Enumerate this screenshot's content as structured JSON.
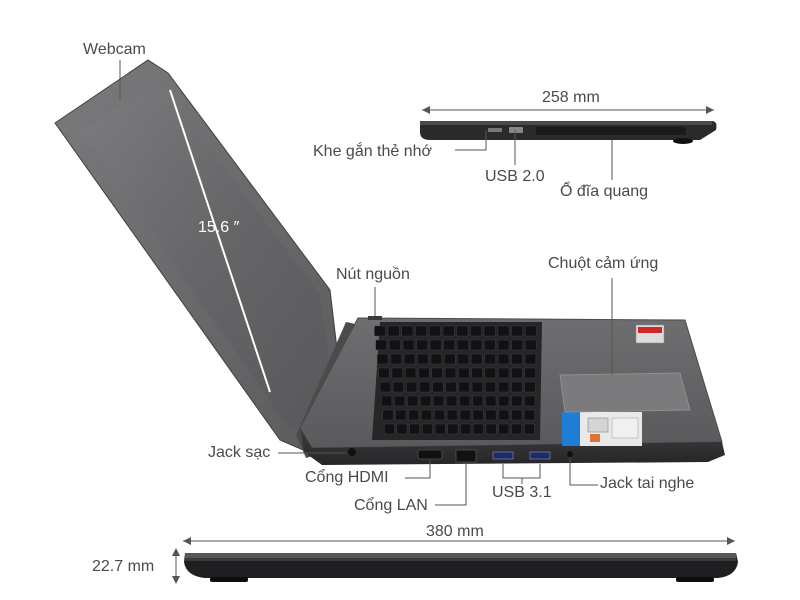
{
  "dimensions": {
    "top_width": "258 mm",
    "bottom_width": "380 mm",
    "thickness": "22.7 mm",
    "screen_size": "15.6 ″"
  },
  "labels": {
    "webcam": "Webcam",
    "card_slot": "Khe gắn thẻ nhớ",
    "usb2": "USB 2.0",
    "optical_drive": "Ổ đĩa quang",
    "power_button": "Nút nguồn",
    "touchpad": "Chuột cảm ứng",
    "charging_jack": "Jack sạc",
    "hdmi_port": "Cổng HDMI",
    "lan_port": "Cổng LAN",
    "usb31": "USB 3.1",
    "headphone_jack": "Jack tai nghe"
  },
  "colors": {
    "label_text": "#4a4a4a",
    "leader_line": "#555555",
    "laptop_body": "#5d5d5f",
    "screen": "#6b6b6d",
    "keys": "#1e1e1e"
  }
}
